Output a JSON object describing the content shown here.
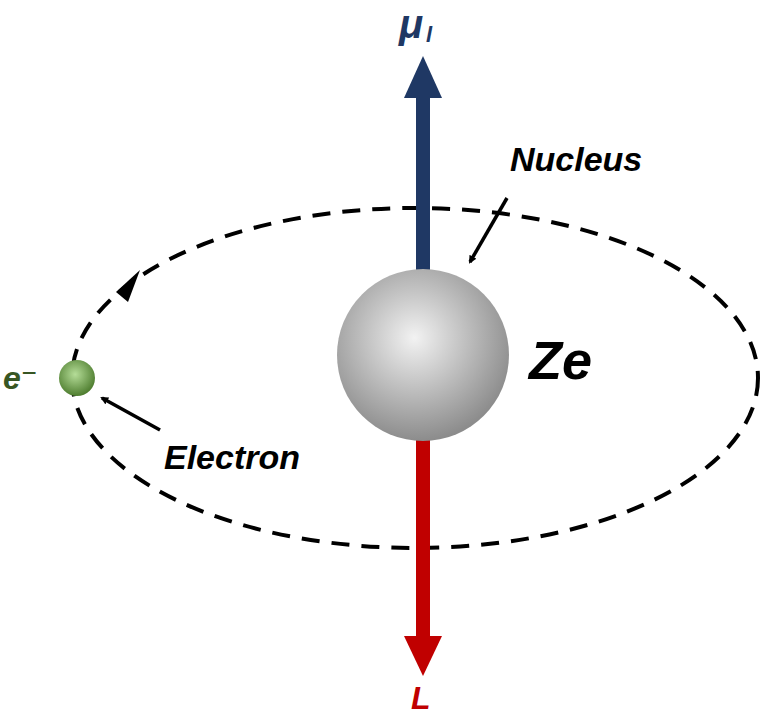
{
  "diagram": {
    "nodes": [
      {
        "text": [
          "Ze"
        ]
      },
      {
        "text": [
          "e⁻"
        ]
      }
    ],
    "labels": [
      "μ",
      "l",
      "Nucleus",
      "Electron",
      "L"
    ]
  }
}
